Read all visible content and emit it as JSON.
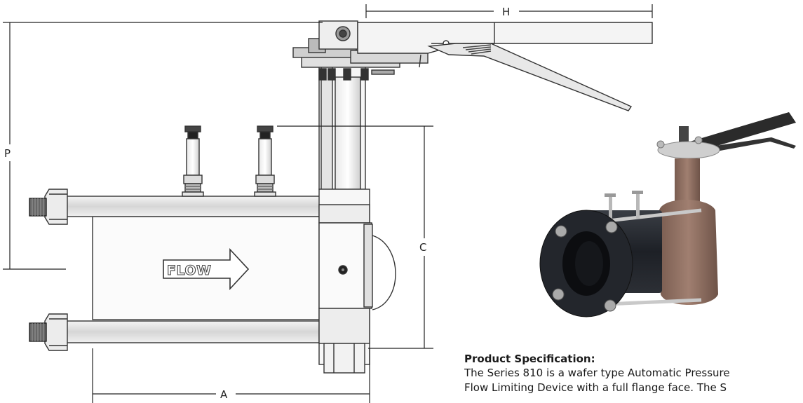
{
  "dimensions": {
    "h": "H",
    "p": "P",
    "c": "C",
    "a": "A"
  },
  "body_label": "FLOW",
  "spec": {
    "title": "Product Specification:",
    "line1": "The Series 810 is a wafer type Automatic Pressure",
    "line2": "Flow Limiting Device with a full flange face. The S"
  },
  "colors": {
    "outline": "#333333",
    "dim_line": "#222222",
    "photo_iron": "#2a2d33",
    "photo_bronze": "#8a6a5c"
  }
}
